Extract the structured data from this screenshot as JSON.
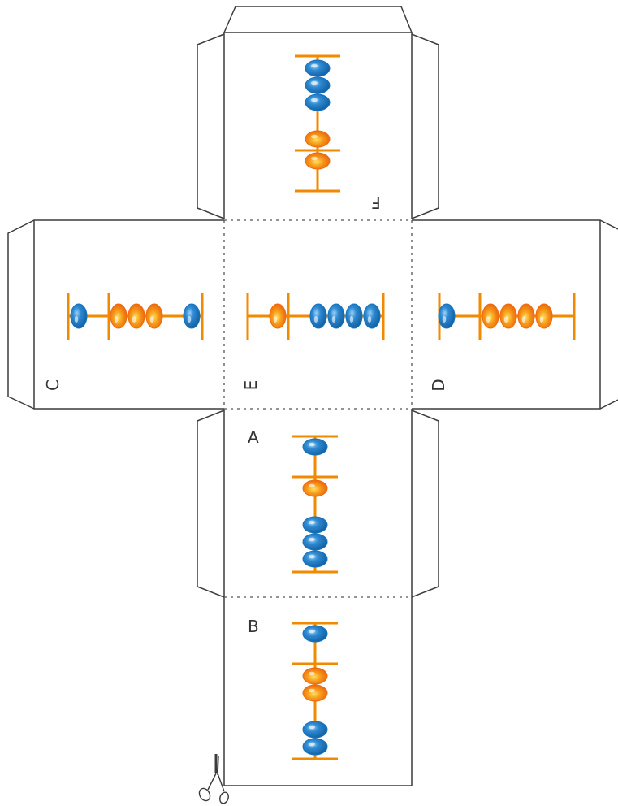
{
  "faces": [
    {
      "id": "A",
      "label": "A",
      "top_group": [
        "blue"
      ],
      "bottom_group": [
        "orange",
        "blue",
        "blue",
        "blue"
      ]
    },
    {
      "id": "B",
      "label": "B",
      "top_group": [
        "blue"
      ],
      "bottom_group": [
        "orange",
        "orange",
        "blue",
        "blue"
      ]
    },
    {
      "id": "C",
      "label": "C",
      "top_group": [
        "blue"
      ],
      "bottom_group": [
        "orange",
        "orange",
        "orange",
        "blue"
      ]
    },
    {
      "id": "D",
      "label": "D",
      "top_group": [
        "blue"
      ],
      "bottom_group": [
        "orange",
        "orange",
        "orange",
        "orange"
      ]
    },
    {
      "id": "E",
      "label": "E",
      "top_group": [
        "orange"
      ],
      "bottom_group": [
        "blue",
        "blue",
        "blue",
        "blue"
      ]
    },
    {
      "id": "F",
      "label": "F",
      "top_group": [
        "blue",
        "blue",
        "blue",
        "orange"
      ],
      "bottom_group": [
        "orange"
      ]
    }
  ],
  "colors": {
    "rod": "#F08A00",
    "bead_blue": "#1673BE",
    "bead_blue_light": "#7FC0F0",
    "bead_orange": "#F06A10",
    "bead_orange_light": "#FFD040",
    "outline": "#3C3C3C",
    "fold_line": "#555555"
  },
  "icons": {
    "cut_mark": "scissors-icon"
  }
}
